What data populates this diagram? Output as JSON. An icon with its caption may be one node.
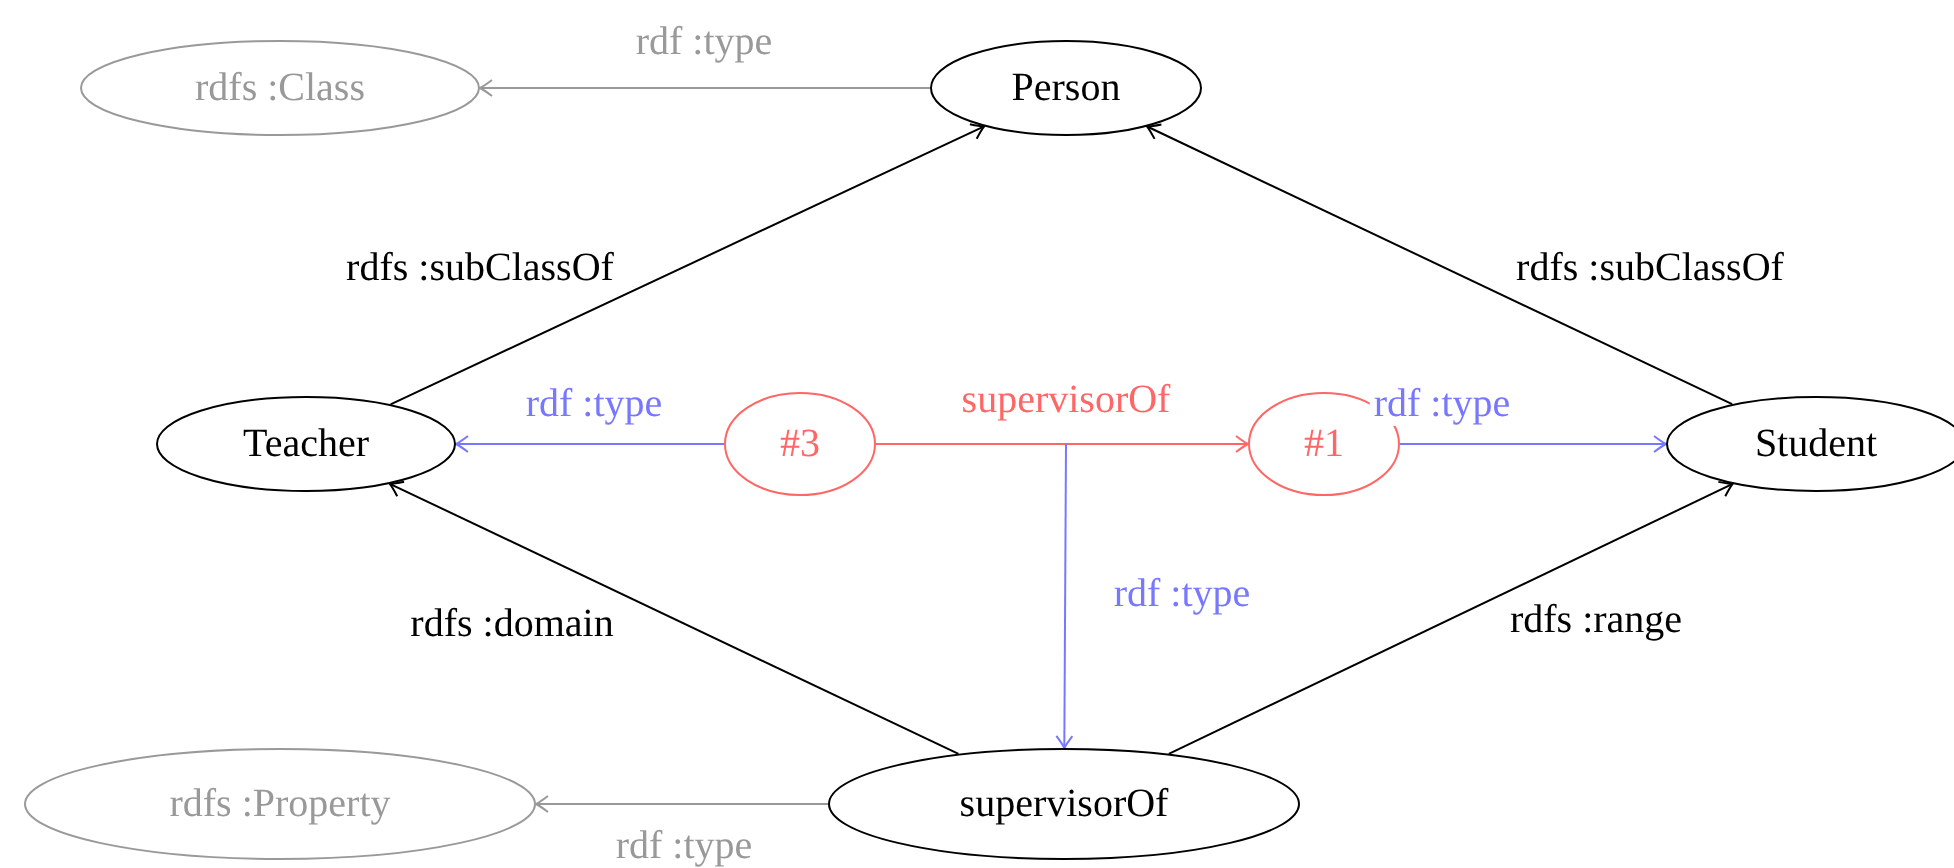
{
  "diagram": {
    "nodes": [
      {
        "text": [
          "rdfs :Class"
        ]
      },
      {
        "text": [
          "Person"
        ]
      },
      {
        "text": [
          "Teacher"
        ]
      },
      {
        "text": [
          "#3"
        ]
      },
      {
        "text": [
          "#1"
        ]
      },
      {
        "text": [
          "Student"
        ]
      },
      {
        "text": [
          "rdfs :Property"
        ]
      },
      {
        "text": [
          "supervisorOf"
        ]
      }
    ],
    "edges": [
      {
        "from": 1,
        "to": 0,
        "arrow": "to",
        "label": "rdf :type",
        "color": "#999999"
      },
      {
        "from": 2,
        "to": 1,
        "arrow": "to",
        "label": "rdfs :subClassOf"
      },
      {
        "from": 5,
        "to": 1,
        "arrow": "to",
        "label": "rdfs :subClassOf"
      },
      {
        "from": 3,
        "to": 2,
        "arrow": "to",
        "label": "rdf :type",
        "color": "#7777ff"
      },
      {
        "from": 3,
        "to": 4,
        "arrow": "to",
        "label": "supervisorOf",
        "color": "#ff6666"
      },
      {
        "from": 4,
        "to": 5,
        "arrow": "to",
        "label": "rdf :type",
        "color": "#7777ff"
      },
      {
        "from": null,
        "to": 7,
        "arrow": "to",
        "label": "rdf :type",
        "color": "#7777ff"
      },
      {
        "from": 7,
        "to": 2,
        "arrow": "to",
        "label": "rdfs :domain"
      },
      {
        "from": 7,
        "to": 5,
        "arrow": "to",
        "label": "rdfs :range"
      },
      {
        "from": 7,
        "to": 6,
        "arrow": "to",
        "label": "rdf :type",
        "color": "#999999"
      }
    ]
  }
}
